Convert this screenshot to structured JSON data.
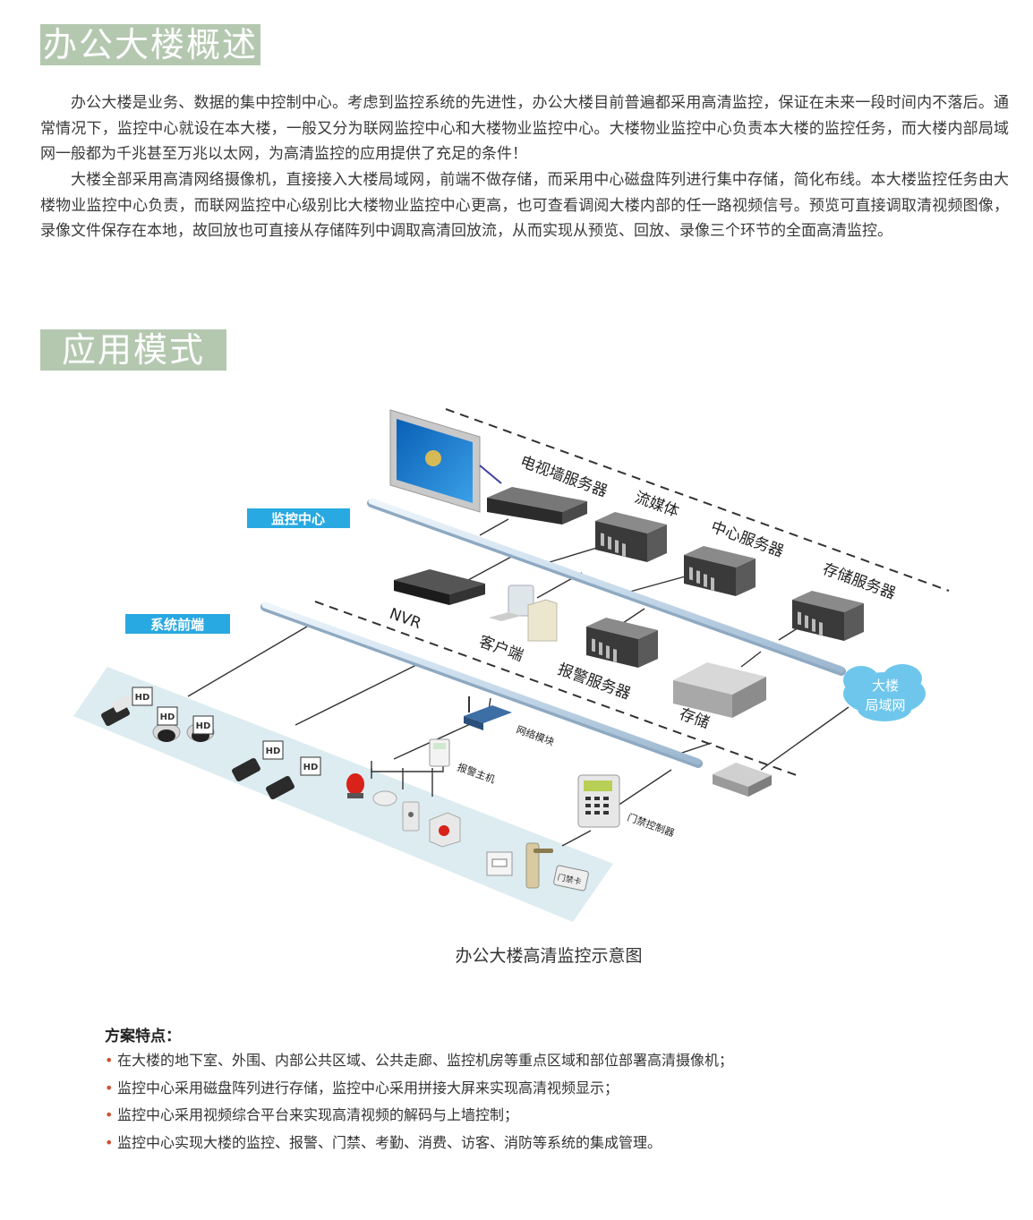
{
  "section1": {
    "title": "办公大楼概述",
    "paragraphs": [
      "办公大楼是业务、数据的集中控制中心。考虑到监控系统的先进性，办公大楼目前普遍都采用高清监控，保证在未来一段时间内不落后。通常情况下，监控中心就设在本大楼，一般又分为联网监控中心和大楼物业监控中心。大楼物业监控中心负责本大楼的监控任务，而大楼内部局域网一般都为千兆甚至万兆以太网，为高清监控的应用提供了充足的条件！",
      "大楼全部采用高清网络摄像机，直接接入大楼局域网，前端不做存储，而采用中心磁盘阵列进行集中存储，简化布线。本大楼监控任务由大楼物业监控中心负责，而联网监控中心级别比大楼物业监控中心更高，也可查看调阅大楼内部的任一路视频信号。预览可直接调取清视频图像，录像文件保存在本地，故回放也可直接从存储阵列中调取高清回放流，从而实现从预览、回放、录像三个环节的全面高清监控。"
    ]
  },
  "section2": {
    "title": "应用模式"
  },
  "diagram": {
    "zone_center": "监控中心",
    "zone_front": "系统前端",
    "tv_wall_server": "电视墙服务器",
    "stream_media": "流媒体",
    "center_server": "中心服务器",
    "storage_server": "存储服务器",
    "nvr": "NVR",
    "client": "客户端",
    "alarm_server": "报警服务器",
    "storage": "存储",
    "lan_line1": "大楼",
    "lan_line2": "局域网",
    "network_module": "网络模块",
    "alarm_host": "报警主机",
    "access_controller": "门禁控制器",
    "access_card": "门禁卡",
    "hd_badge": "HD",
    "caption": "办公大楼高清监控示意图",
    "colors": {
      "zone_label_bg": "#29a9e1",
      "front_area": "#dcecf0",
      "lan_cloud": "#6ec6ec",
      "title_bg": "#b4c8b0"
    }
  },
  "features": {
    "title": "方案特点：",
    "bullet": "•",
    "items": [
      "在大楼的地下室、外围、内部公共区域、公共走廊、监控机房等重点区域和部位部署高清摄像机；",
      "监控中心采用磁盘阵列进行存储，监控中心采用拼接大屏来实现高清视频显示；",
      "监控中心采用视频综合平台来实现高清视频的解码与上墙控制；",
      "监控中心实现大楼的监控、报警、门禁、考勤、消费、访客、消防等系统的集成管理。"
    ]
  }
}
